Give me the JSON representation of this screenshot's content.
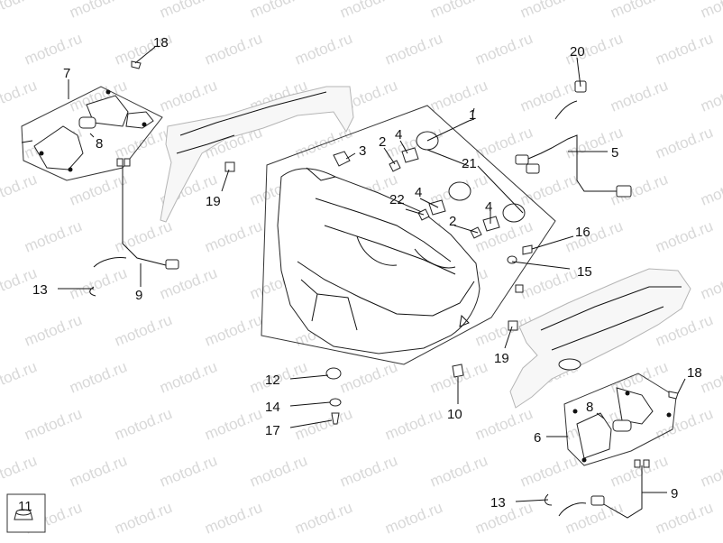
{
  "watermark": {
    "text": "motod.ru"
  },
  "callouts": [
    {
      "id": "c1",
      "text": "1"
    },
    {
      "id": "c2a",
      "text": "2"
    },
    {
      "id": "c2b",
      "text": "2"
    },
    {
      "id": "c3",
      "text": "3"
    },
    {
      "id": "c4a",
      "text": "4"
    },
    {
      "id": "c4b",
      "text": "4"
    },
    {
      "id": "c4c",
      "text": "4"
    },
    {
      "id": "c5",
      "text": "5"
    },
    {
      "id": "c6",
      "text": "6"
    },
    {
      "id": "c7",
      "text": "7"
    },
    {
      "id": "c8a",
      "text": "8"
    },
    {
      "id": "c8b",
      "text": "8"
    },
    {
      "id": "c9a",
      "text": "9"
    },
    {
      "id": "c9b",
      "text": "9"
    },
    {
      "id": "c10",
      "text": "10"
    },
    {
      "id": "c11",
      "text": "11"
    },
    {
      "id": "c12",
      "text": "12"
    },
    {
      "id": "c13a",
      "text": "13"
    },
    {
      "id": "c13b",
      "text": "13"
    },
    {
      "id": "c14",
      "text": "14"
    },
    {
      "id": "c15",
      "text": "15"
    },
    {
      "id": "c16",
      "text": "16"
    },
    {
      "id": "c17",
      "text": "17"
    },
    {
      "id": "c18a",
      "text": "18"
    },
    {
      "id": "c18b",
      "text": "18"
    },
    {
      "id": "c19a",
      "text": "19"
    },
    {
      "id": "c19b",
      "text": "19"
    },
    {
      "id": "c20",
      "text": "20"
    },
    {
      "id": "c21",
      "text": "21"
    },
    {
      "id": "c22",
      "text": "22"
    }
  ]
}
